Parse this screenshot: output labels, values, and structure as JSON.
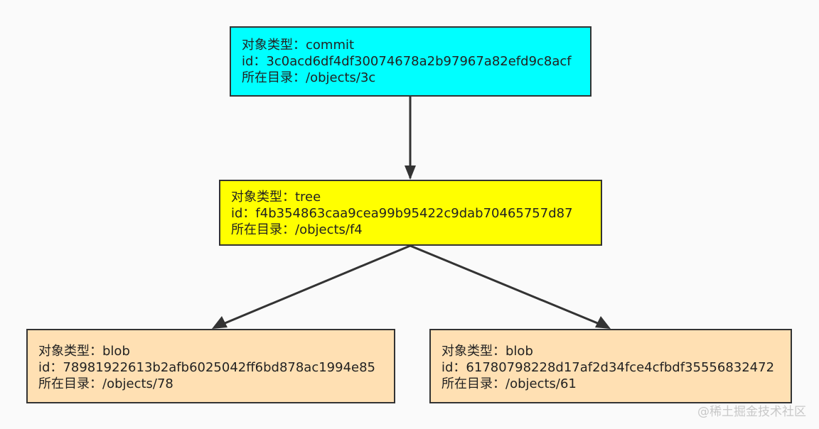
{
  "diagram": {
    "nodes": [
      {
        "id": "commit",
        "fill": "#00ffff",
        "type_line": "对象类型：commit",
        "id_line": "id：3c0acd6df4df30074678a2b97967a82efd9c8acf",
        "dir_line": "所在目录：/objects/3c"
      },
      {
        "id": "tree",
        "fill": "#ffff00",
        "type_line": "对象类型：tree",
        "id_line": "id：f4b354863caa9cea99b95422c9dab70465757d87",
        "dir_line": "所在目录：/objects/f4"
      },
      {
        "id": "blob-78",
        "fill": "#ffe0b3",
        "type_line": "对象类型：blob",
        "id_line": "id：78981922613b2afb6025042ff6bd878ac1994e85",
        "dir_line": "所在目录：/objects/78"
      },
      {
        "id": "blob-61",
        "fill": "#ffe0b3",
        "type_line": "对象类型：blob",
        "id_line": "id：61780798228d17af2d34fce4cfbdf35556832472",
        "dir_line": "所在目录：/objects/61"
      }
    ],
    "edges": [
      {
        "from": "commit",
        "to": "tree"
      },
      {
        "from": "tree",
        "to": "blob-78"
      },
      {
        "from": "tree",
        "to": "blob-61"
      }
    ],
    "edge_color": "#333333"
  },
  "watermark": "@稀土掘金技术社区"
}
